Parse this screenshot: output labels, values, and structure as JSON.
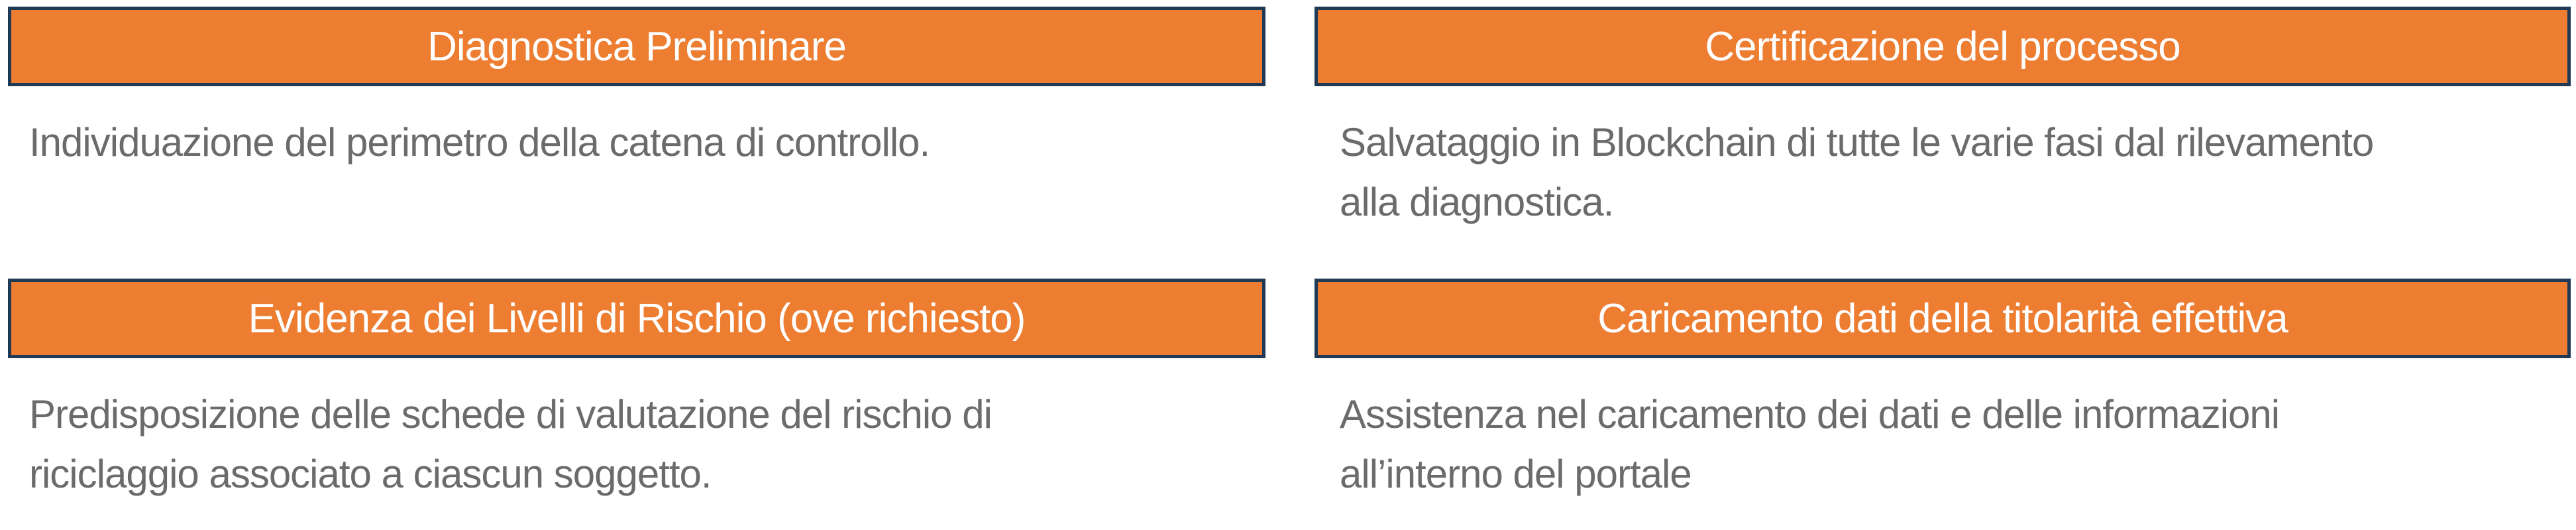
{
  "colors": {
    "header_fill": "#ED7D31",
    "header_border": "#203A55",
    "text": "#6B6B6B"
  },
  "cards": [
    {
      "title": "Diagnostica Preliminare",
      "lines": [
        "Individuazione del perimetro della catena di controllo."
      ]
    },
    {
      "title": "Certificazione del processo",
      "lines": [
        "Salvataggio in Blockchain di tutte le varie fasi dal rilevamento",
        "alla diagnostica."
      ]
    },
    {
      "title": "Evidenza dei Livelli di Rischio (ove richiesto)",
      "lines": [
        "Predisposizione delle schede di valutazione del rischio di",
        "riciclaggio associato a ciascun soggetto."
      ]
    },
    {
      "title": "Caricamento dati della titolarità effettiva",
      "lines": [
        "Assistenza nel caricamento dei dati e delle informazioni",
        "all’interno del portale"
      ]
    }
  ]
}
